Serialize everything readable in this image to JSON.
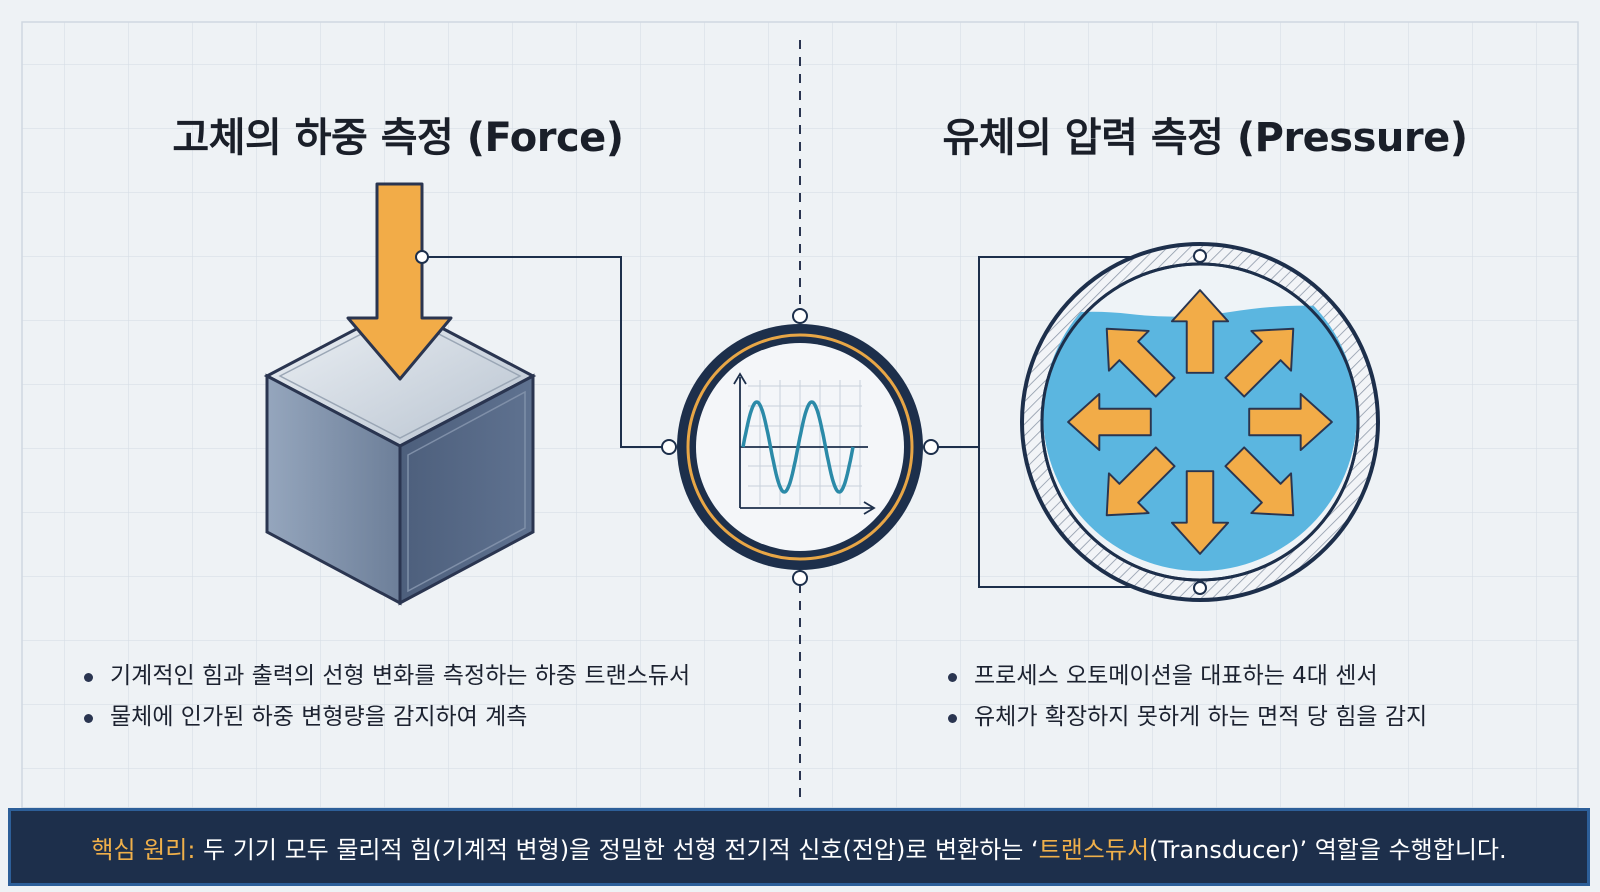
{
  "colors": {
    "background": "#eef2f5",
    "grid": "#d3dbe4",
    "navy": "#1d2f4b",
    "orange": "#f2ac48",
    "blue_fluid": "#5bb6e0",
    "cube_front": "#7f90a8",
    "signal": "#2b8aa8"
  },
  "left": {
    "title": "고체의 하중 측정 (Force)",
    "bullets": [
      "기계적인 힘과 출력의 선형 변화를 측정하는 하중 트랜스듀서",
      "물체에 인가된 하중 변형량을 감지하여 계측"
    ]
  },
  "right": {
    "title": "유체의 압력 측정 (Pressure)",
    "bullets": [
      "프로세스 오토메이션을 대표하는 4대 센서",
      "유체가 확장하지 못하게 하는 면적 당 힘을 감지"
    ]
  },
  "banner": {
    "prefix": "핵심 원리:",
    "text_1": " 두 기기 모두 물리적 힘(기계적 변형)을 정밀한 선형 전기적 신호(전압)로 변환하는 ‘",
    "highlight": "트랜스듀서",
    "text_2": "(Transducer)’ 역할을 수행합니다."
  },
  "icons": {
    "load": "downward-force-arrow-icon",
    "block": "solid-cube-icon",
    "signal": "sine-wave-signal-icon",
    "pressure": "radial-pressure-arrows-icon"
  }
}
